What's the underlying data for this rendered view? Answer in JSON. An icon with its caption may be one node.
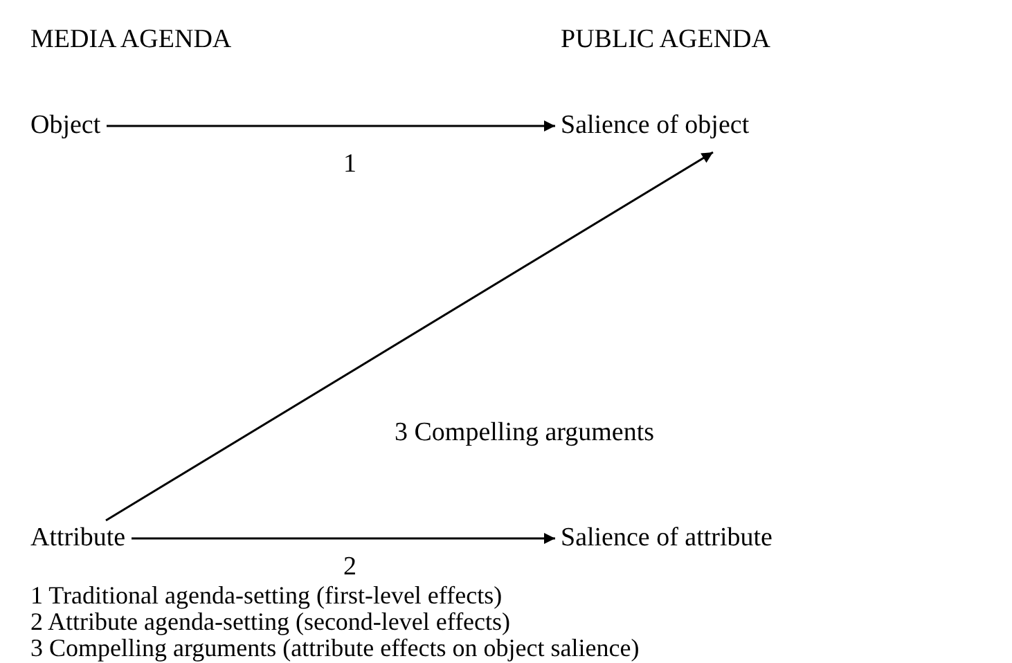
{
  "diagram": {
    "nodes": [
      {
        "text": [
          "Object"
        ]
      },
      {
        "text": [
          "Salience of object"
        ]
      },
      {
        "text": [
          "Attribute"
        ]
      },
      {
        "text": [
          "Salience of attribute"
        ]
      }
    ],
    "edges": [
      {
        "from": 0,
        "to": 1,
        "arrow": "to",
        "label": "1"
      },
      {
        "from": 2,
        "to": 1,
        "arrow": "to",
        "label": "3 Compelling arguments"
      },
      {
        "from": 2,
        "to": 3,
        "arrow": "to",
        "label": "2"
      }
    ],
    "labels": [
      "MEDIA AGENDA",
      "PUBLIC AGENDA",
      "1 Traditional agenda-setting (first-level effects)",
      "2 Attribute agenda-setting (second-level effects)",
      "3 Compelling arguments (attribute effects on object salience)"
    ]
  }
}
